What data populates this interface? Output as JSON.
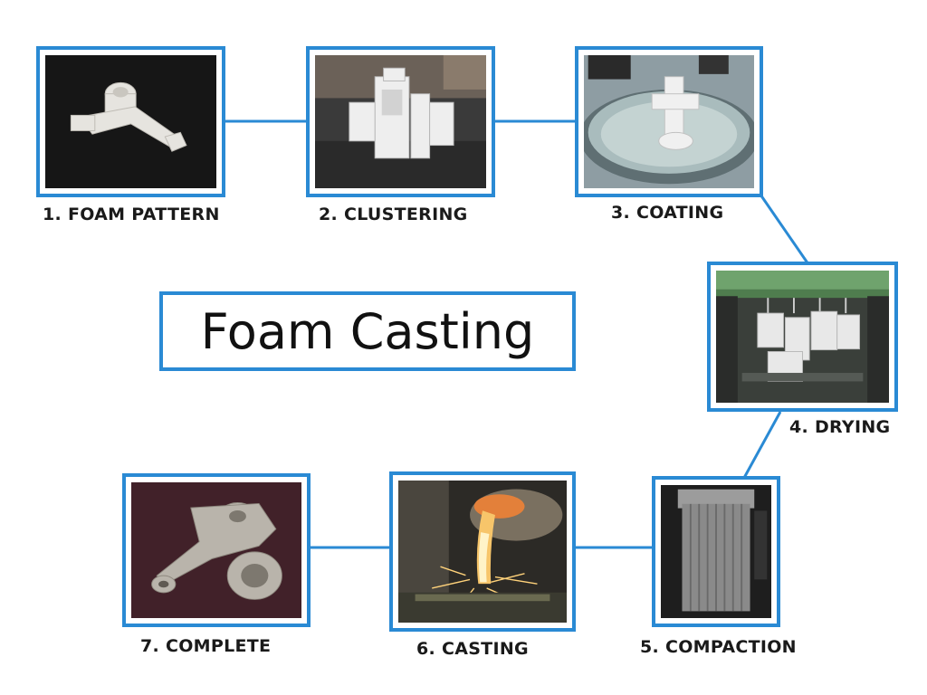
{
  "title": "Foam Casting",
  "accent_color": "#2a8ad4",
  "steps": [
    {
      "label": "1. FOAM PATTERN",
      "photo": "white foam pattern part on black cloth"
    },
    {
      "label": "2. CLUSTERING",
      "photo": "foam patterns glued into cluster"
    },
    {
      "label": "3. COATING",
      "photo": "cluster dipped in coating vat"
    },
    {
      "label": "4. DRYING",
      "photo": "coated clusters hanging on drying conveyor"
    },
    {
      "label": "5. COMPACTION",
      "photo": "flask with sand compaction"
    },
    {
      "label": "6. CASTING",
      "photo": "molten metal pouring with sparks"
    },
    {
      "label": "7. COMPLETE",
      "photo": "finished aluminum casting on maroon cloth"
    }
  ]
}
